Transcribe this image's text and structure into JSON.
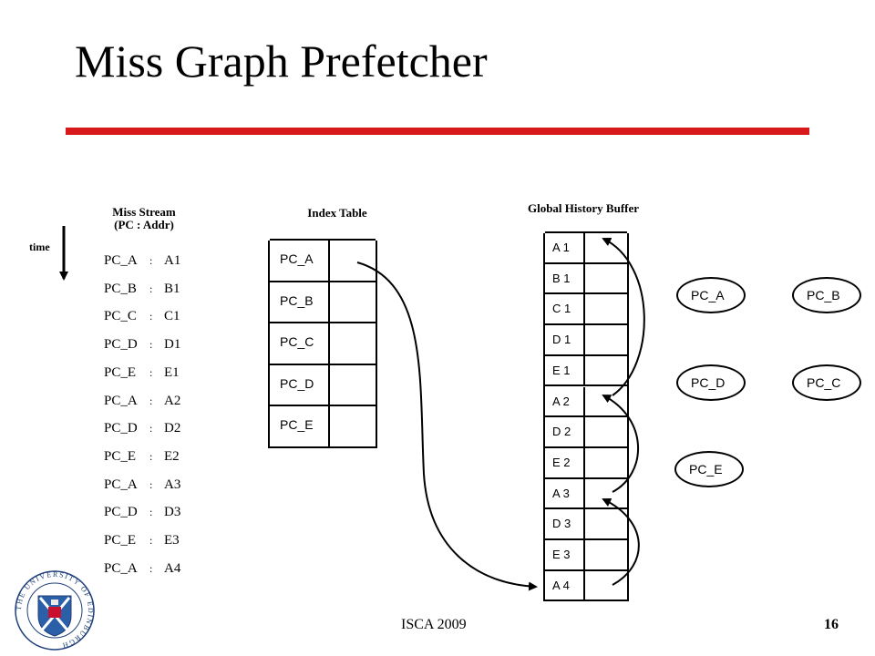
{
  "slide": {
    "title": "Miss Graph Prefetcher",
    "footer_center": "ISCA 2009",
    "page_number": "16",
    "accent_color": "#d7191c"
  },
  "miss_stream": {
    "header_line1": "Miss Stream",
    "header_line2": "(PC : Addr)",
    "time_label": "time",
    "separator": ":",
    "rows": [
      {
        "pc": "PC_A",
        "addr": "A1"
      },
      {
        "pc": "PC_B",
        "addr": "B1"
      },
      {
        "pc": "PC_C",
        "addr": "C1"
      },
      {
        "pc": "PC_D",
        "addr": "D1"
      },
      {
        "pc": "PC_E",
        "addr": "E1"
      },
      {
        "pc": "PC_A",
        "addr": "A2"
      },
      {
        "pc": "PC_D",
        "addr": "D2"
      },
      {
        "pc": "PC_E",
        "addr": "E2"
      },
      {
        "pc": "PC_A",
        "addr": "A3"
      },
      {
        "pc": "PC_D",
        "addr": "D3"
      },
      {
        "pc": "PC_E",
        "addr": "E3"
      },
      {
        "pc": "PC_A",
        "addr": "A4"
      }
    ]
  },
  "index_table": {
    "header": "Index Table",
    "rows": [
      "PC_A",
      "PC_B",
      "PC_C",
      "PC_D",
      "PC_E"
    ]
  },
  "global_history_buffer": {
    "header": "Global History Buffer",
    "entries": [
      "A 1",
      "B 1",
      "C 1",
      "D 1",
      "E 1",
      "A 2",
      "D 2",
      "E 2",
      "A 3",
      "D 3",
      "E 3",
      "A 4"
    ]
  },
  "miss_graph": {
    "nodes": [
      "PC_A",
      "PC_B",
      "PC_D",
      "PC_C",
      "PC_E"
    ]
  },
  "logo": {
    "name": "university-crest-icon",
    "ring_text": "THE UNIVERSITY OF EDINBURGH"
  }
}
